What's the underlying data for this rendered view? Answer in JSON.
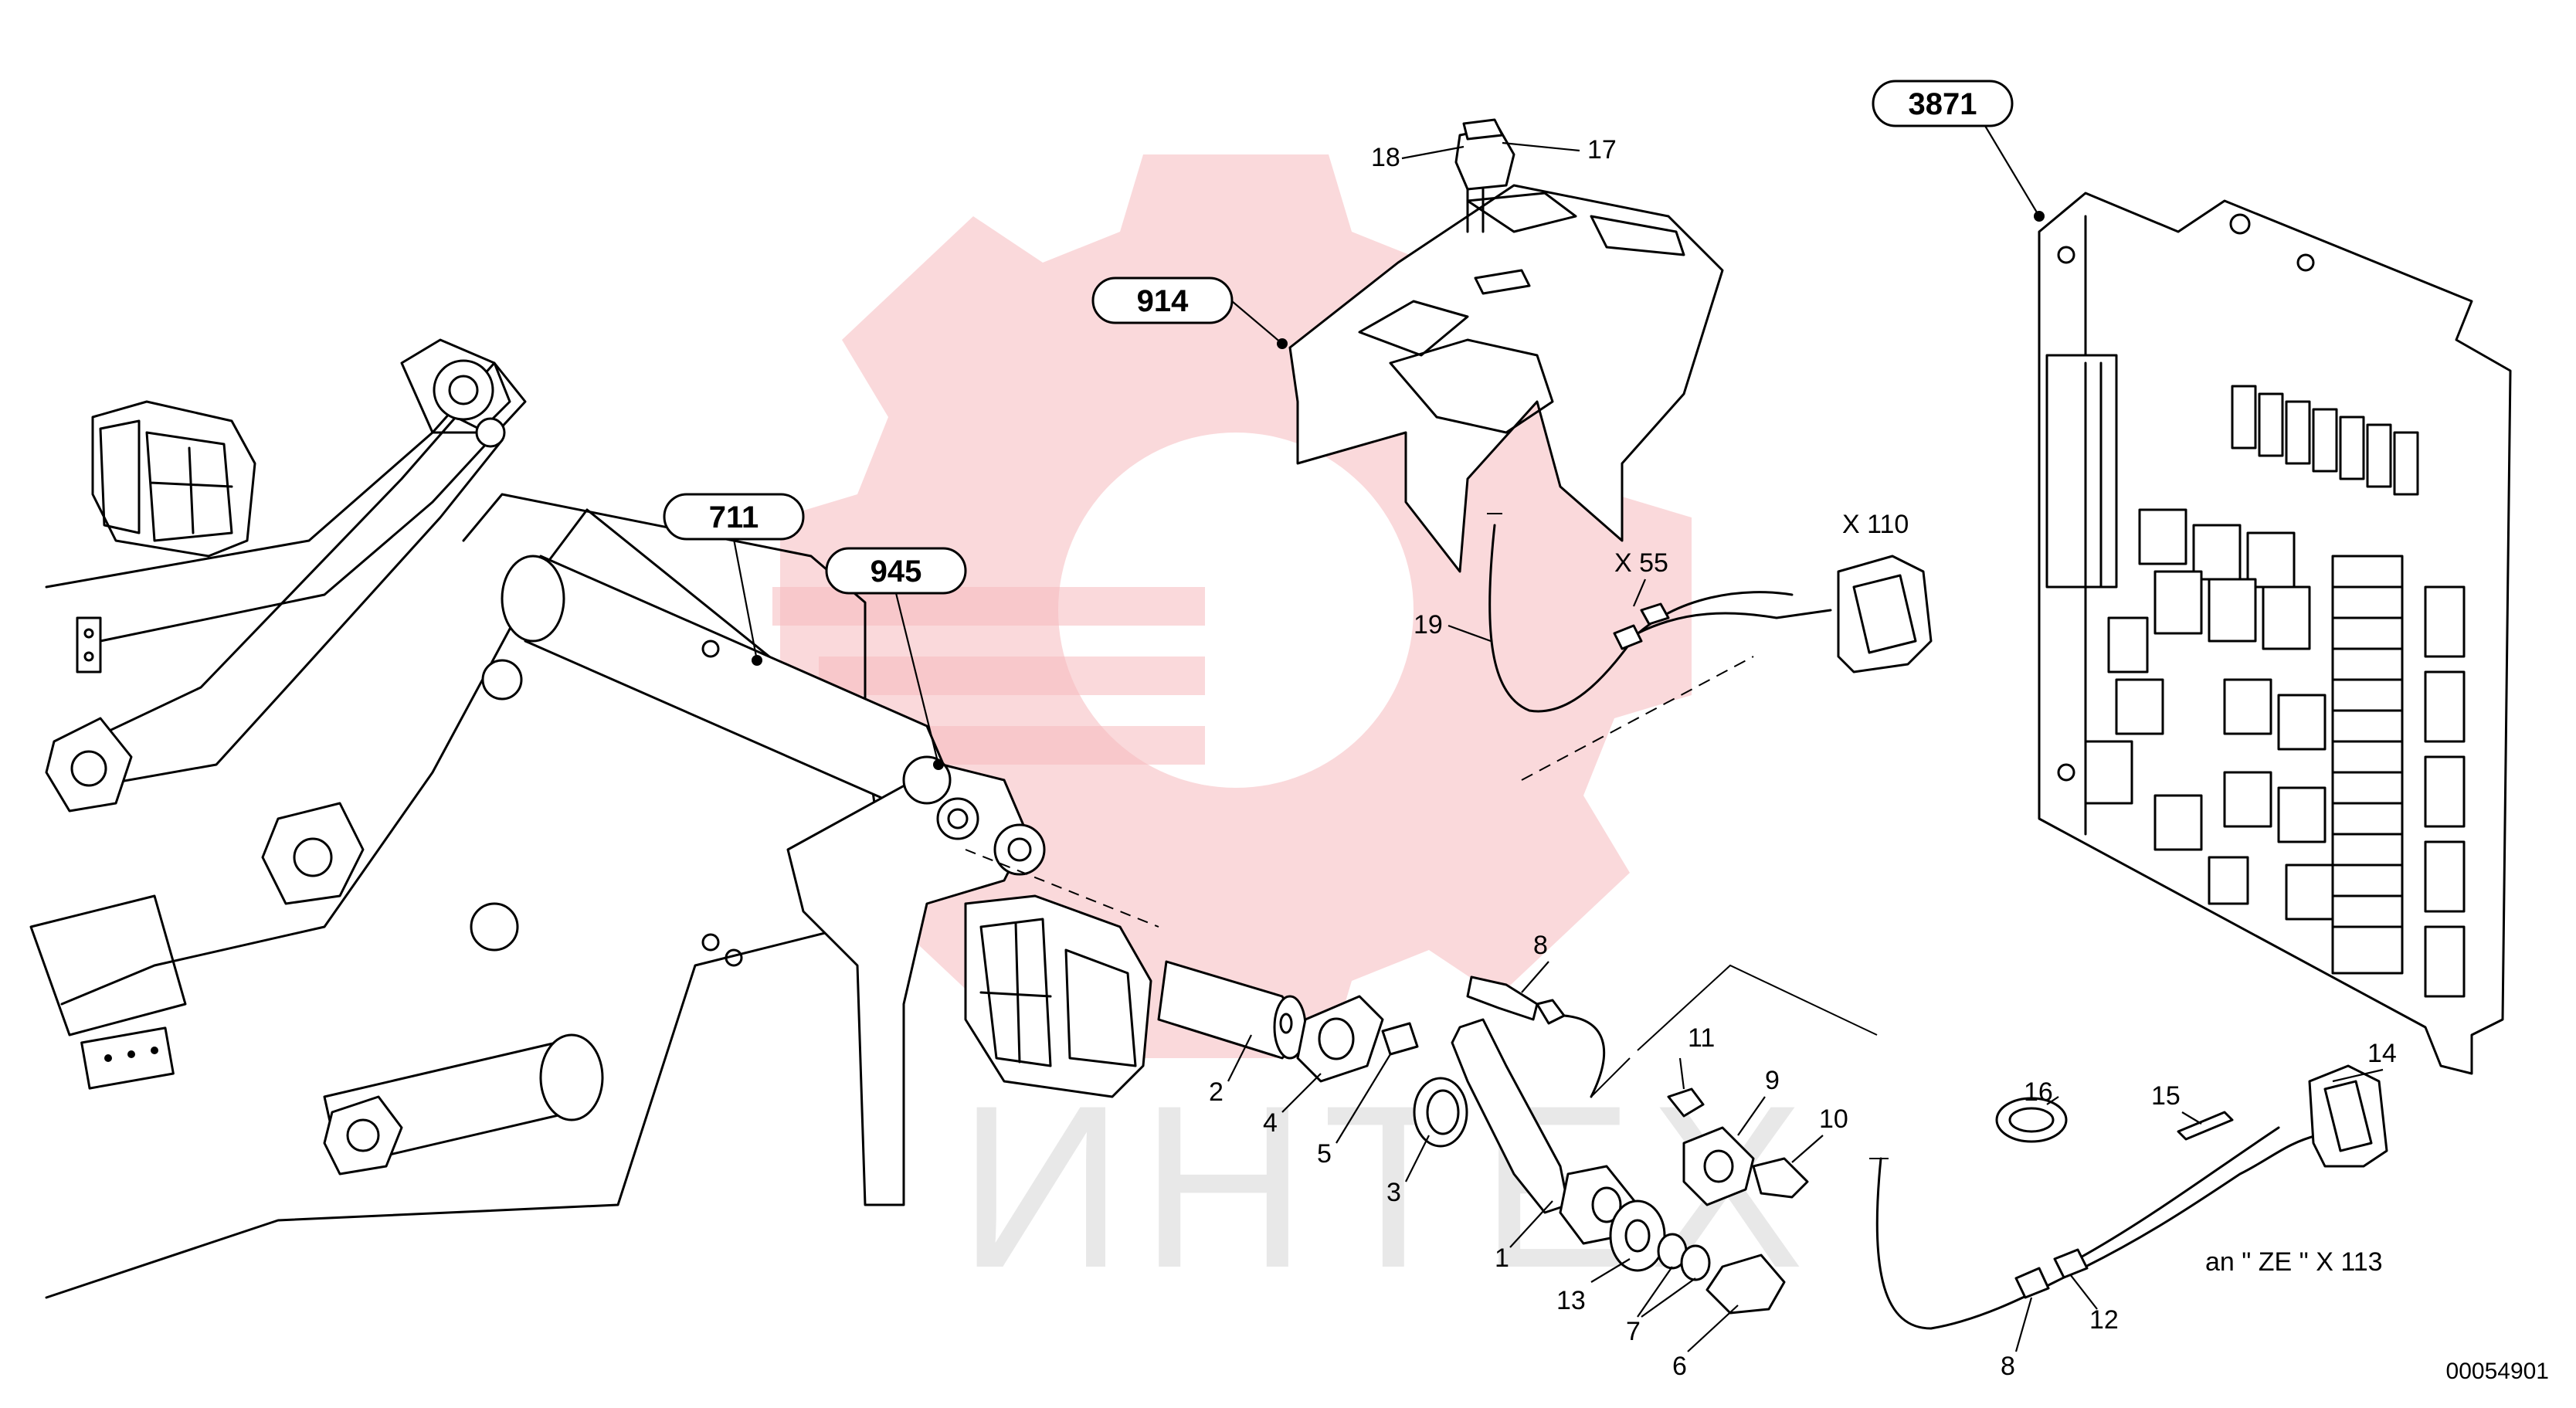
{
  "callouts": {
    "c3871": "3871",
    "c914": "914",
    "c711": "711",
    "c945": "945"
  },
  "parts": {
    "p1": "1",
    "p2": "2",
    "p3": "3",
    "p4": "4",
    "p5": "5",
    "p6": "6",
    "p7": "7",
    "p8a": "8",
    "p8b": "8",
    "p9": "9",
    "p10": "10",
    "p11": "11",
    "p12": "12",
    "p13": "13",
    "p14": "14",
    "p15": "15",
    "p16": "16",
    "p17": "17",
    "p18": "18",
    "p19": "19"
  },
  "connectors": {
    "x110": "X 110",
    "x55": "X 55",
    "x113": "an  \" ZE \"  X 113"
  },
  "watermark": "ИНТЕХ",
  "drawing_number": "00054901"
}
